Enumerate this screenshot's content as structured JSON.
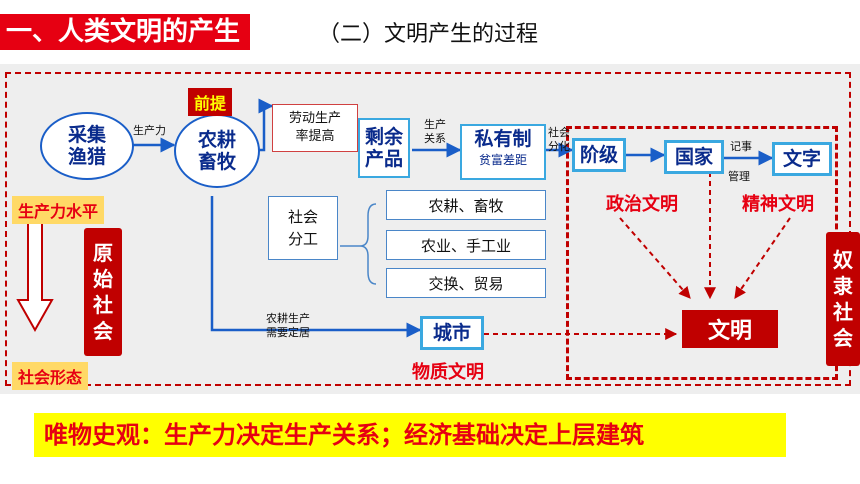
{
  "header": {
    "title": "一、人类文明的产生",
    "subtitle": "（二）文明产生的过程"
  },
  "nodes": {
    "caiji": "采集\n渔猎",
    "nonggeng": "农耕\n畜牧",
    "qianti": "前提",
    "laodong": "劳动生产\n率提高",
    "shengyu": "剩余\n产品",
    "siyouzhi": "私有制",
    "pinfu": "贫富差距",
    "jieji": "阶级",
    "guojia": "国家",
    "wenzi": "文字",
    "shehui_fengong": "社会\n分工",
    "fengong_items": [
      "农耕、畜牧",
      "农业、手工业",
      "交换、贸易"
    ],
    "chengshi": "城市",
    "wenming": "文明"
  },
  "edge_labels": {
    "shengchanli": "生产力",
    "shengchan_guanxi": "生产\n关系",
    "shehui_fenhua": "社会\n分化",
    "jishi": "记事",
    "guanli": "管理",
    "dingju": "农耕生产\n需要定居"
  },
  "side_labels": {
    "shengchanli_shuiping": "生产力水平",
    "shehui_xingtai": "社会形态",
    "yuanshi": [
      "原",
      "始",
      "社",
      "会"
    ],
    "nuli": [
      "奴",
      "隶",
      "社",
      "会"
    ]
  },
  "civilizations": {
    "zhengzhi": "政治文明",
    "jingshen": "精神文明",
    "wuzhi": "物质文明"
  },
  "footer": "唯物史观：生产力决定生产关系；经济基础决定上层建筑",
  "colors": {
    "accent_red": "#e60012",
    "node_blue": "#1a5ec8",
    "box_border": "#3aa8e0",
    "banner": "#ffff00"
  }
}
